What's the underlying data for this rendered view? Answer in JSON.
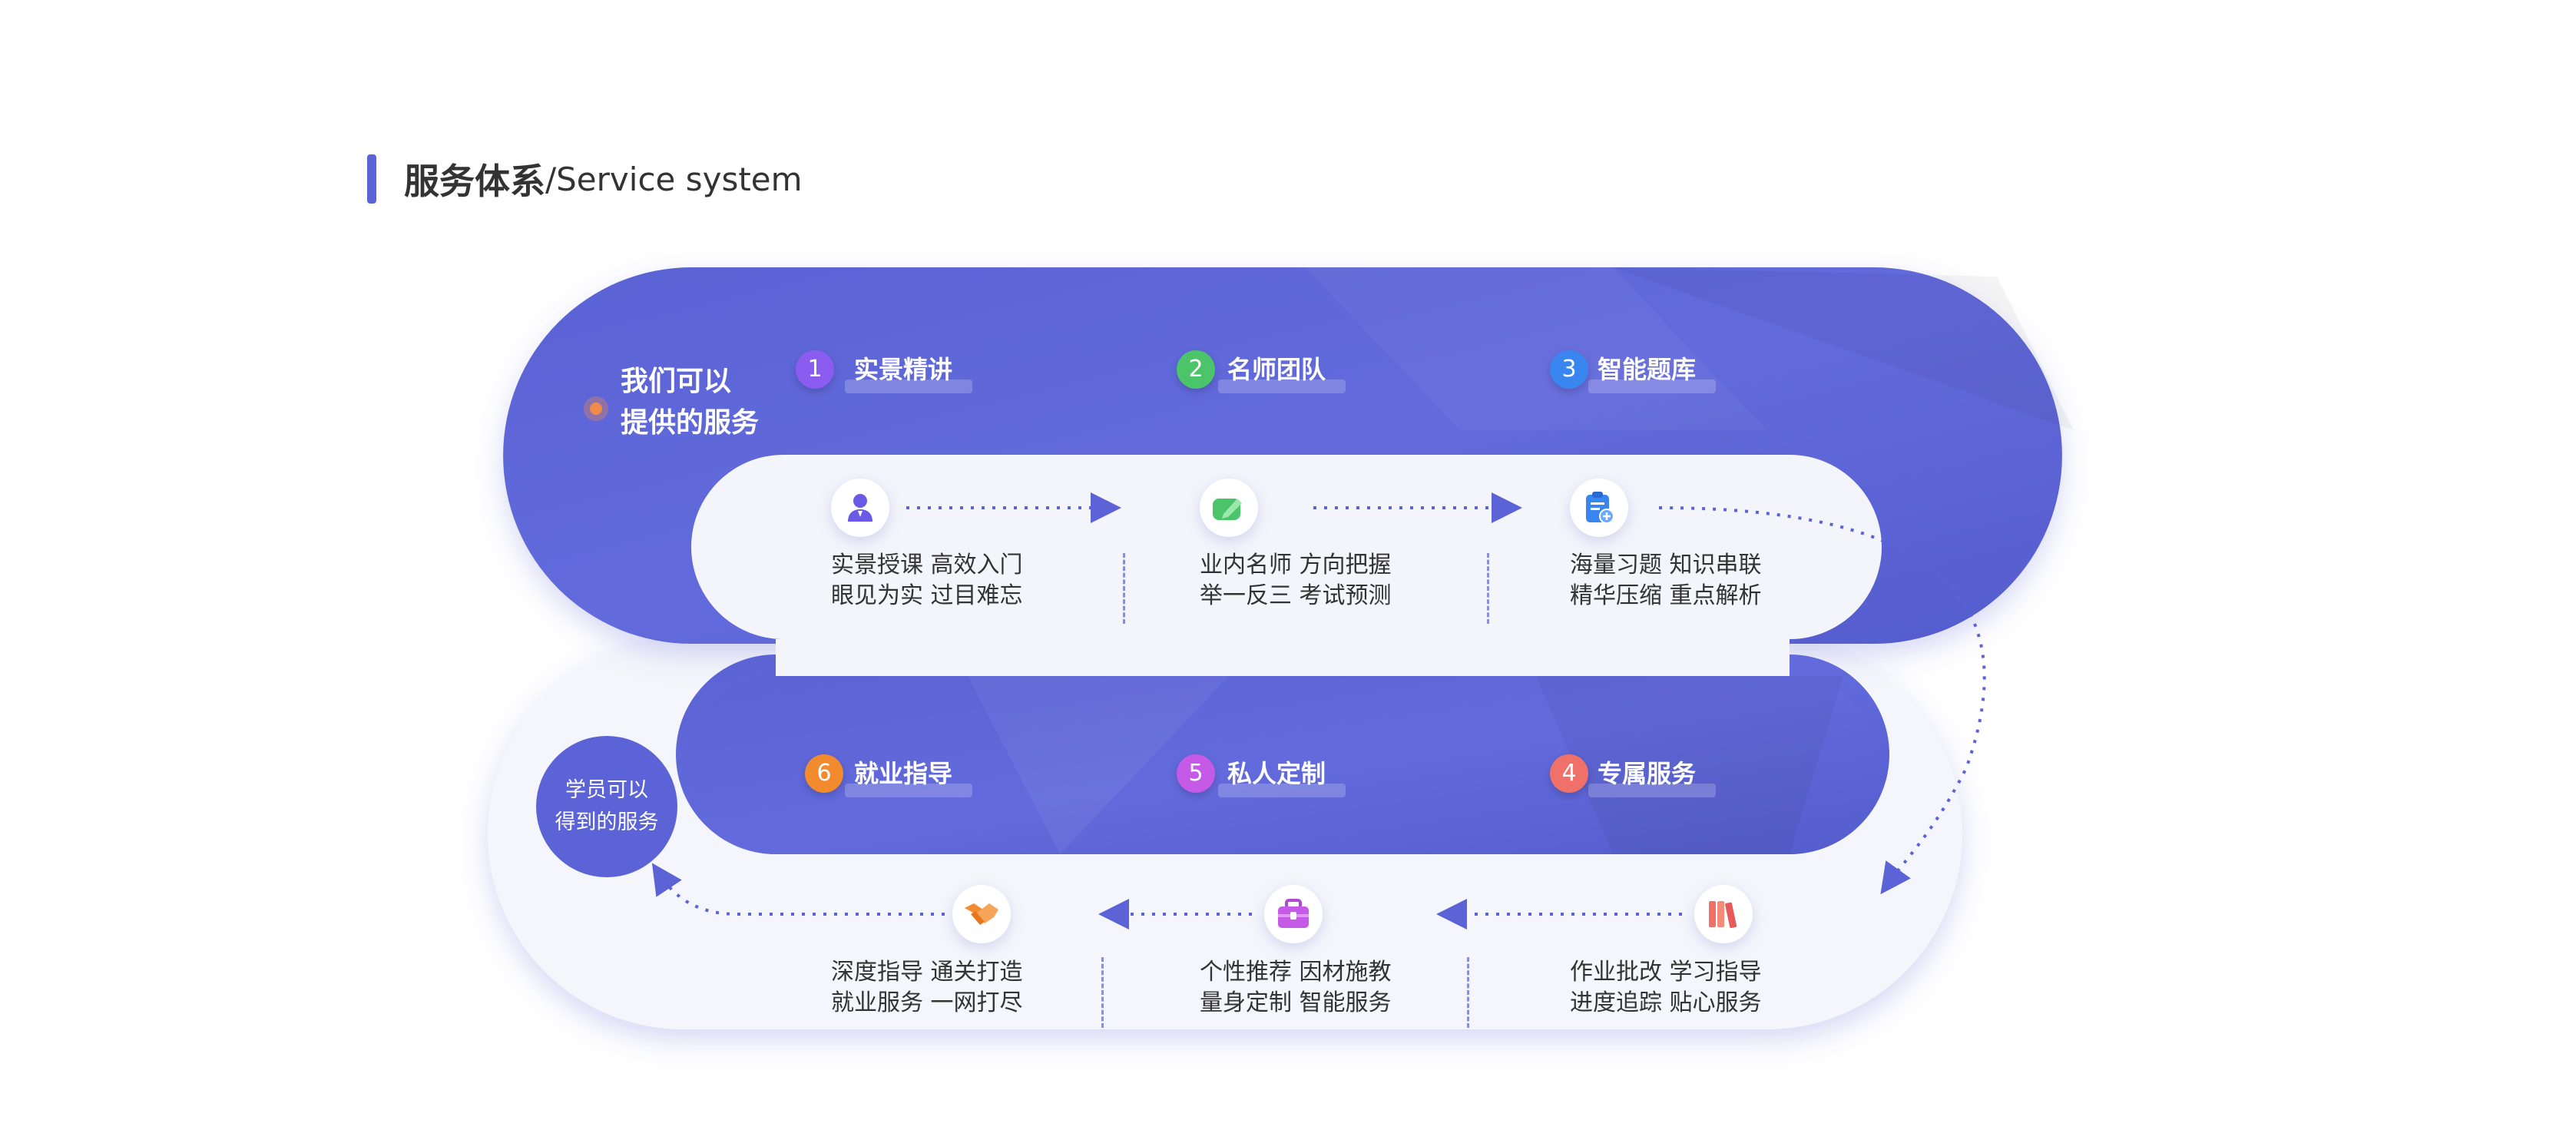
{
  "header": {
    "title_cn": "服务体系",
    "title_en": "/Service system"
  },
  "intro": {
    "line1": "我们可以",
    "line2": "提供的服务"
  },
  "center": {
    "line1": "学员可以",
    "line2": "得到的服务"
  },
  "items": [
    {
      "num": "1",
      "title": "实景精讲",
      "desc": "实景授课 高效入门 眼见为实 过目难忘",
      "icon": "teacher-icon",
      "color": "#8a5cf0"
    },
    {
      "num": "2",
      "title": "名师团队",
      "desc": "业内名师 方向把握 举一反三 考试预测",
      "icon": "pen-icon",
      "color": "#4cc46a"
    },
    {
      "num": "3",
      "title": "智能题库",
      "desc": "海量习题 知识串联 精华压缩 重点解析",
      "icon": "clipboard-icon",
      "color": "#3a86f0"
    },
    {
      "num": "4",
      "title": "专属服务",
      "desc": "作业批改 学习指导 进度追踪 贴心服务",
      "icon": "books-icon",
      "color": "#f0706a"
    },
    {
      "num": "5",
      "title": "私人定制",
      "desc": "个性推荐 因材施教 量身定制 智能服务",
      "icon": "briefcase-icon",
      "color": "#c45ae6"
    },
    {
      "num": "6",
      "title": "就业指导",
      "desc": "深度指导 通关打造 就业服务 一网打尽",
      "icon": "handshake-icon",
      "color": "#f28a2e"
    }
  ],
  "colors": {
    "band": "#5b63d6",
    "track": "#f4f5fb",
    "accent": "#5b63d6"
  }
}
